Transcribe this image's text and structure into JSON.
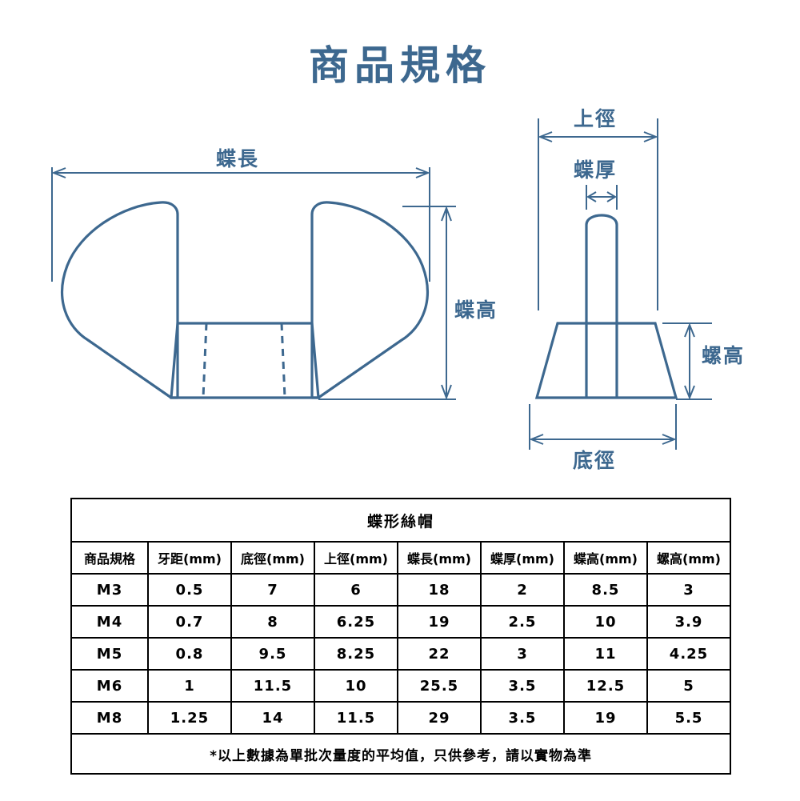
{
  "page": {
    "title": "商品規格",
    "accent_color": "#3d688f",
    "table_border_color": "#000000",
    "background_color": "#ffffff"
  },
  "diagrams": {
    "front_view": {
      "name": "wing-nut-front-view",
      "labels": {
        "wing_length": "蝶長",
        "wing_height": "蝶高"
      }
    },
    "side_view": {
      "name": "wing-nut-side-view",
      "labels": {
        "top_diameter": "上徑",
        "wing_thickness": "蝶厚",
        "thread_height": "螺高",
        "bottom_diameter": "底徑"
      }
    }
  },
  "table": {
    "title": "蝶形絲帽",
    "headers": [
      "商品規格",
      "牙距(mm)",
      "底徑(mm)",
      "上徑(mm)",
      "蝶長(mm)",
      "蝶厚(mm)",
      "蝶高(mm)",
      "螺高(mm)"
    ],
    "rows": [
      [
        "M3",
        "0.5",
        "7",
        "6",
        "18",
        "2",
        "8.5",
        "3"
      ],
      [
        "M4",
        "0.7",
        "8",
        "6.25",
        "19",
        "2.5",
        "10",
        "3.9"
      ],
      [
        "M5",
        "0.8",
        "9.5",
        "8.25",
        "22",
        "3",
        "11",
        "4.25"
      ],
      [
        "M6",
        "1",
        "11.5",
        "10",
        "25.5",
        "3.5",
        "12.5",
        "5"
      ],
      [
        "M8",
        "1.25",
        "14",
        "11.5",
        "29",
        "3.5",
        "19",
        "5.5"
      ]
    ],
    "note": "*以上數據為單批次量度的平均值，只供參考，請以實物為準"
  }
}
